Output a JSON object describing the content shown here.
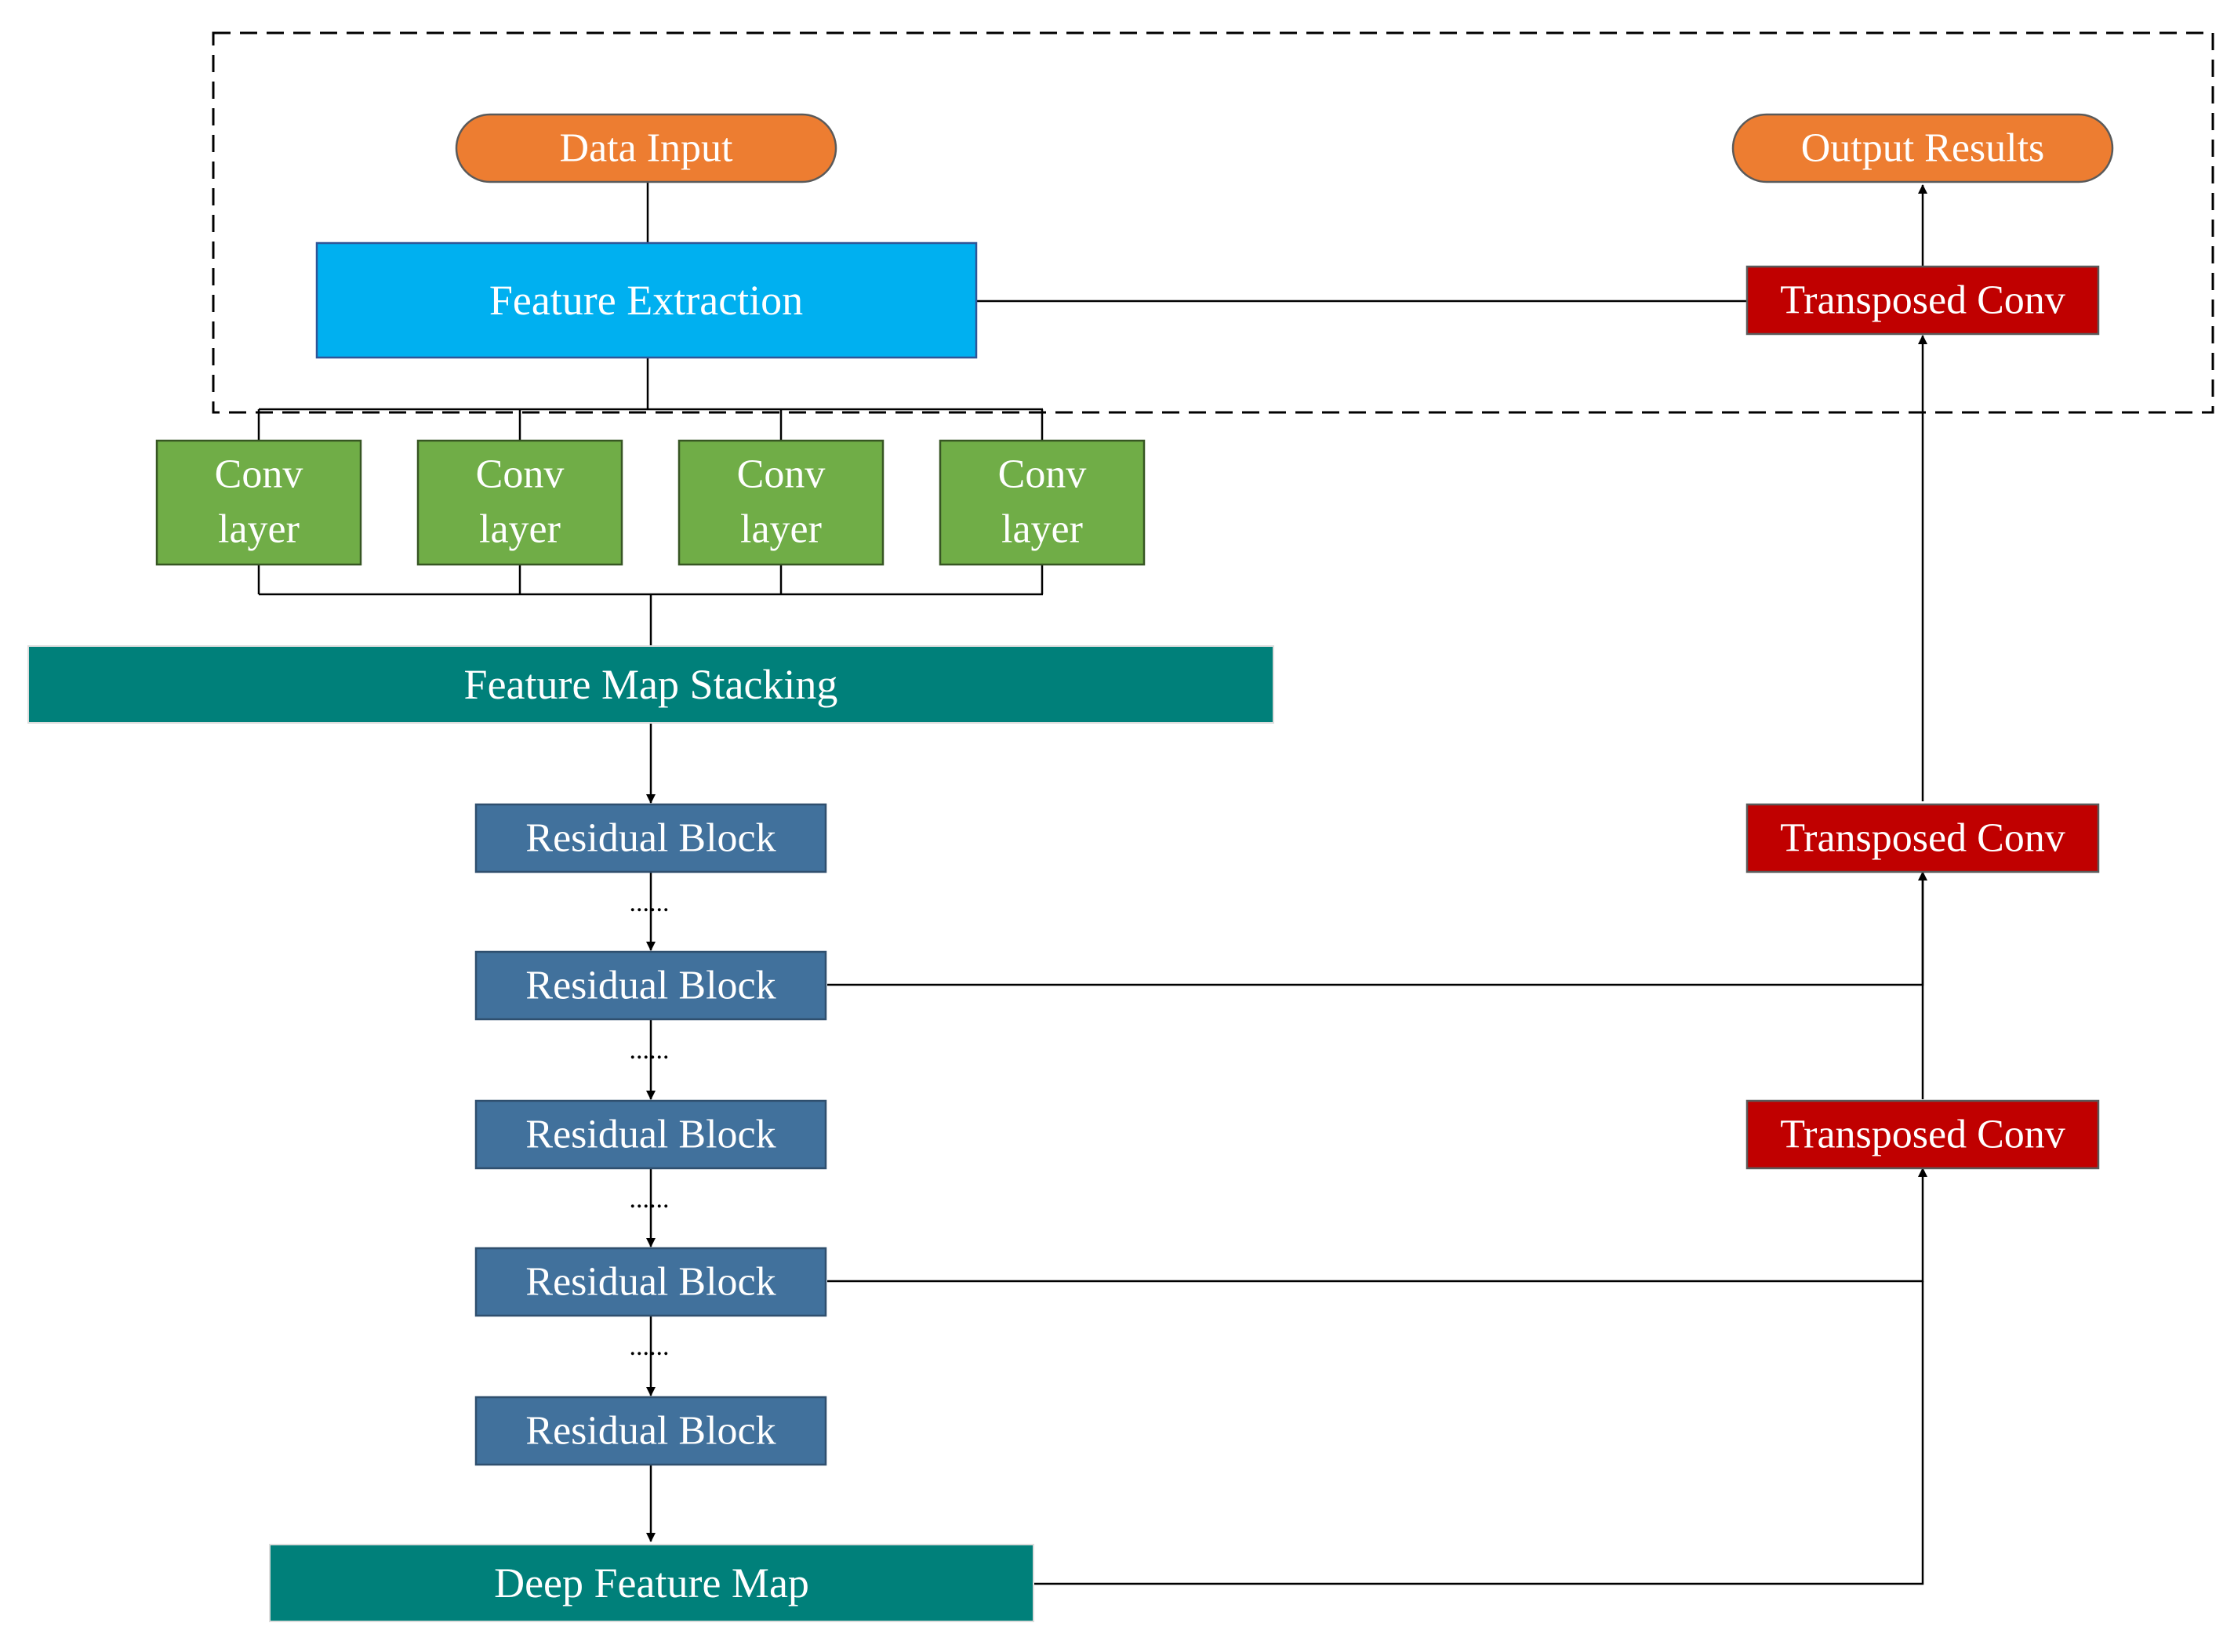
{
  "nodes": {
    "data_input": "Data Input",
    "output_results": "Output Results",
    "feature_extraction": "Feature Extraction",
    "transposed_conv_top": "Transposed Conv",
    "conv_layers": [
      [
        "Conv",
        "layer"
      ],
      [
        "Conv",
        "layer"
      ],
      [
        "Conv",
        "layer"
      ],
      [
        "Conv",
        "layer"
      ]
    ],
    "feature_map_stacking": "Feature Map Stacking",
    "residual_blocks": [
      "Residual Block",
      "Residual Block",
      "Residual Block",
      "Residual Block",
      "Residual Block"
    ],
    "transposed_conv_mid": "Transposed Conv",
    "transposed_conv_low": "Transposed Conv",
    "deep_feature_map": "Deep Feature Map"
  },
  "ellipsis": "......",
  "colors": {
    "terminal": "#ED7D31",
    "feature_extraction": "#00B0F0",
    "conv_layer": "#70AD47",
    "stacking": "#00807A",
    "residual": "#41719C",
    "transposed": "#C00000",
    "edge": "#000000"
  }
}
